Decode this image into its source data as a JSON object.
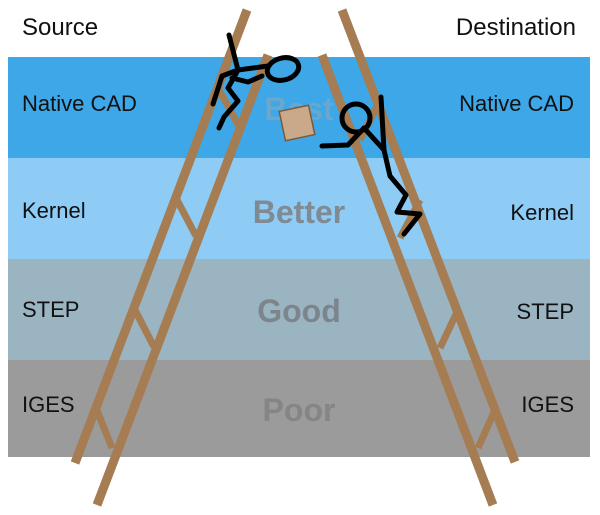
{
  "headers": {
    "source": "Source",
    "destination": "Destination"
  },
  "bands": [
    {
      "source_label": "Native CAD",
      "quality": "Best",
      "destination_label": "Native CAD",
      "color": "#3da7e8",
      "text_color": "#6aa7cc"
    },
    {
      "source_label": "Kernel",
      "quality": "Better",
      "destination_label": "Kernel",
      "color": "#8ecbf5",
      "text_color": "#7f8a93"
    },
    {
      "source_label": "STEP",
      "quality": "Good",
      "destination_label": "STEP",
      "color": "#9bb4c2",
      "text_color": "#7c858c"
    },
    {
      "source_label": "IGES",
      "quality": "Poor",
      "destination_label": "IGES",
      "color": "#9b9b9b",
      "text_color": "#858585"
    }
  ],
  "colors": {
    "ladder": "#a67c52",
    "ladder_edge": "#7a5a38",
    "box": "#c9a98a",
    "figure": "#000000"
  }
}
